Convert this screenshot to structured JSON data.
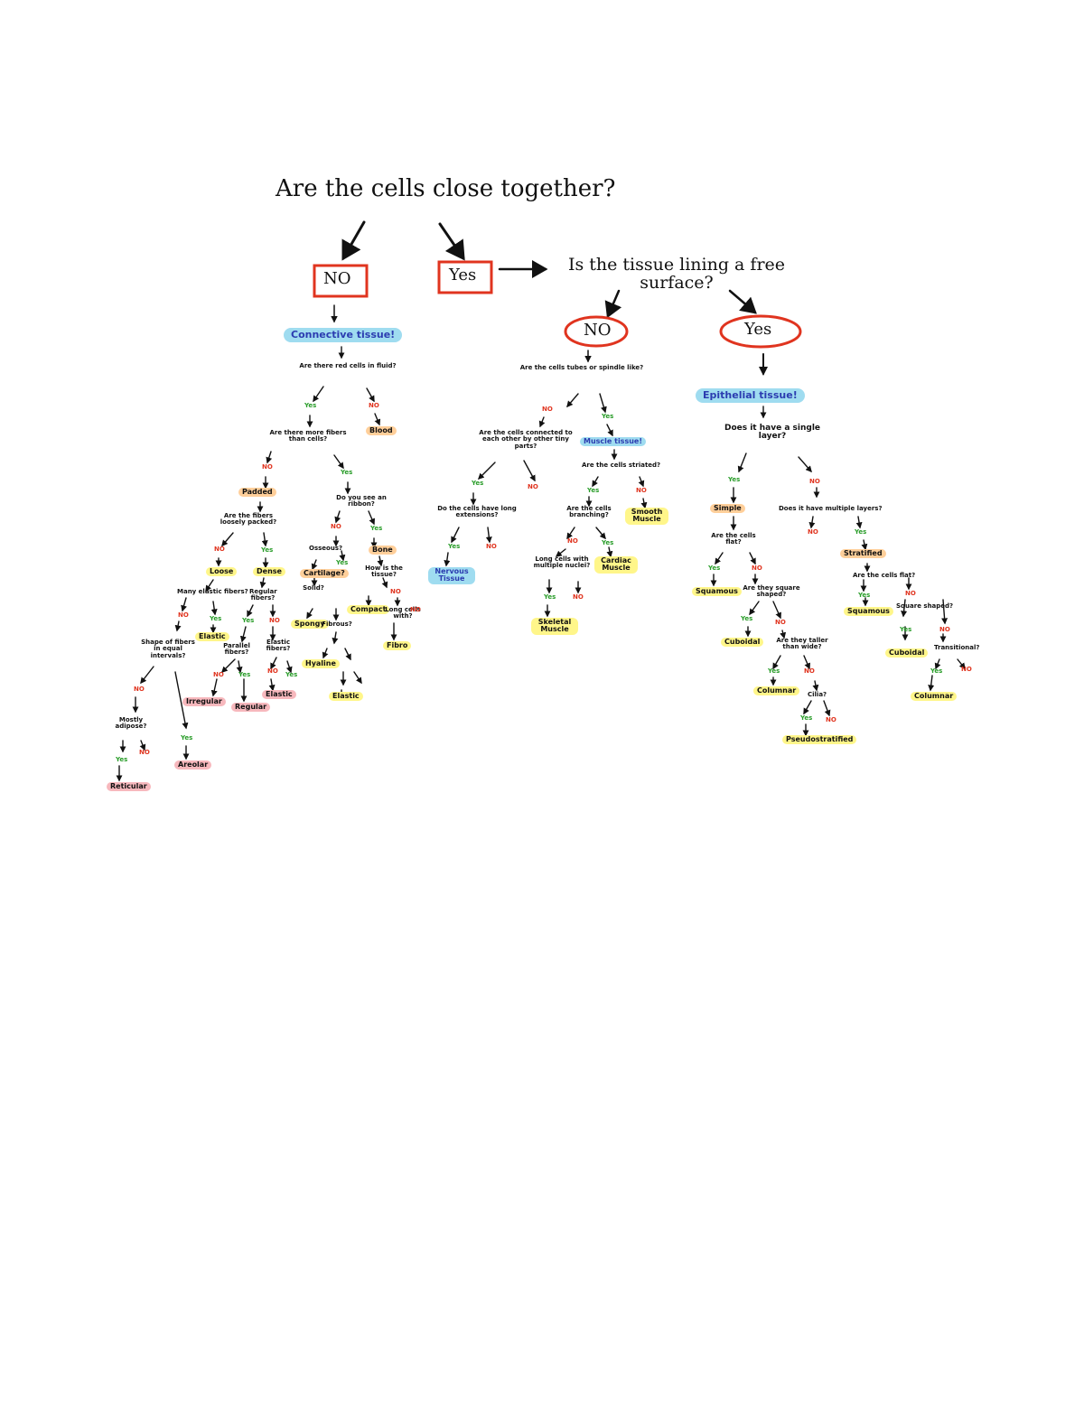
{
  "root_question": "Are the cells close together?",
  "root_no": "NO",
  "root_yes": "Yes",
  "free_surface_question": "Is the tissue lining a free surface?",
  "fs_no": "NO",
  "fs_yes": "Yes",
  "connective": "Connective tissue!",
  "connective_q": "Are there red cells in fluid?",
  "ct_no": "NO",
  "blood": "Blood",
  "ct_yes": "Yes",
  "fibers_q": "Are there more fibers than cells?",
  "fibers_no": "NO",
  "fibers_yes": "Yes",
  "padded": "Padded",
  "pack_q": "Are the fibers loosely packed?",
  "pack_no": "NO",
  "pack_yes": "Yes",
  "loose": "Loose",
  "dense": "Dense",
  "many_q": "Many elastic fibers?",
  "many_no": "NO",
  "many_yes": "Yes",
  "elastic": "Elastic",
  "shape_q": "Shape of fibers in equal intervals?",
  "shape_no": "NO",
  "shape_yes": "Yes",
  "fat_q": "Mostly adipose?",
  "fat_no": "NO",
  "fat_yes": "Yes",
  "reticular": "Reticular",
  "areolar": "Areolar",
  "dense_q": "Regular fibers?",
  "dense_yes": "Yes",
  "dense_no": "NO",
  "parallel_q": "Parallel fibers?",
  "parallel_yes": "Yes",
  "parallel_no": "NO",
  "irregular": "Irregular",
  "regular": "Regular",
  "elastic_q": "Elastic fibers?",
  "elastic_no": "NO",
  "elastic_yes": "Yes",
  "elastic2": "Elastic",
  "support_q": "Do you see an ribbon?",
  "support_no": "NO",
  "support_yes": "Yes",
  "osseous": "Osseous?",
  "bone": "Bone",
  "solid_q": "Cartilage?",
  "solid_yes": "Yes",
  "cart_q": "How is the tissue?",
  "spongy": "Spongy",
  "compact_q": "Solid?",
  "compact": "Compact",
  "hyaline": "Hyaline",
  "fibro_q": "Fibrous?",
  "elastic3": "Elastic",
  "cart_no": "NO",
  "long_q": "Long cells with?",
  "long_no": "NO",
  "fibro": "Fibro",
  "nerv_q": "Are the cells tubes or spindle like?",
  "nerv_no": "NO",
  "nerv_yes": "Yes",
  "nerve_q": "Are the cells connected to each other by other tiny parts?",
  "nerve_yes": "Yes",
  "nerve_no": "NO",
  "nerve_sub": "Do the cells have long extensions?",
  "ns_yes": "Yes",
  "ns_no": "NO",
  "nervous": "Nervous Tissue",
  "muscle": "Muscle tissue!",
  "mus_q": "Are the cells striated?",
  "mus_yes": "Yes",
  "mus_no": "NO",
  "smooth": "Smooth Muscle",
  "branch_q": "Are the cells branching?",
  "branch_no": "NO",
  "branch_yes": "Yes",
  "cardiac": "Cardiac Muscle",
  "skel_q": "Long cells with multiple nuclei?",
  "skel_yes": "Yes",
  "skel_no": "NO",
  "skeletal": "Skeletal Muscle",
  "epithelial": "Epithelial tissue!",
  "single_q": "Does it have a single layer?",
  "single_yes": "Yes",
  "single_no": "NO",
  "simple": "Simple",
  "multi_q": "Does it have multiple layers?",
  "multi_no": "NO",
  "multi_yes": "Yes",
  "stratified": "Stratified",
  "flat_q": "Are the cells flat?",
  "flat_yes": "Yes",
  "flat_no": "NO",
  "squamous": "Squamous",
  "cube_q": "Are they square shaped?",
  "cube_yes": "Yes",
  "cube_no": "NO",
  "cuboidal": "Cuboidal",
  "tall_q": "Are they taller than wide?",
  "tall_yes": "Yes",
  "tall_no": "NO",
  "columnar": "Columnar",
  "pseudo_q": "Cilia?",
  "pseudo_yes": "Yes",
  "pseudo_no": "NO",
  "pseudo": "Pseudostratified",
  "sflat_q": "Are the cells flat?",
  "sflat_yes": "Yes",
  "sflat_no": "NO",
  "squamous2": "Squamous",
  "ssq_q": "Square shaped?",
  "ssq_yes": "Yes",
  "ssq_no": "NO",
  "cuboidal2": "Cuboidal",
  "transit_q": "Transitional?",
  "transit_yes": "Yes",
  "transit_no": "NO",
  "columnar2": "Columnar",
  "colors": {
    "yes": "#2a9d2a",
    "no": "#e0341f",
    "box": "#e0341f",
    "yellow": "#fff68a",
    "orange": "#ffcf9a",
    "blue": "#9fdcf0",
    "pink": "#f7b8bd"
  }
}
